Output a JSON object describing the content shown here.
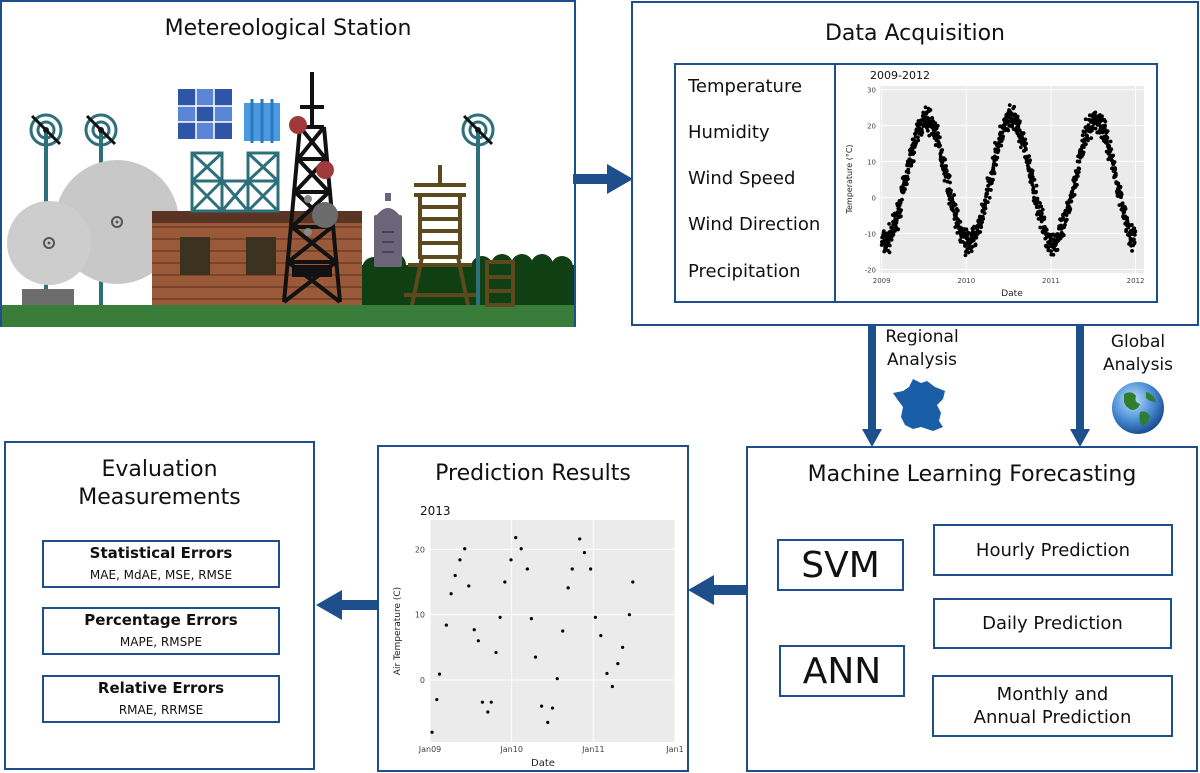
{
  "station": {
    "title": "Metereological Station"
  },
  "acquisition": {
    "title": "Data Acquisition",
    "variables": [
      "Temperature",
      "Humidity",
      "Wind Speed",
      "Wind Direction",
      "Precipitation"
    ]
  },
  "analysis": {
    "regional": [
      "Regional",
      "Analysis"
    ],
    "global": [
      "Global",
      "Analysis"
    ]
  },
  "ml": {
    "title": "Machine Learning Forecasting",
    "models": [
      "SVM",
      "ANN"
    ],
    "predictions": [
      "Hourly Prediction",
      "Daily Prediction",
      "Monthly and Annual Prediction"
    ]
  },
  "prediction": {
    "title": "Prediction Results"
  },
  "evaluation": {
    "title_line1": "Evaluation",
    "title_line2": "Measurements",
    "groups": [
      {
        "name": "Statistical Errors",
        "items": "MAE, MdAE, MSE, RMSE"
      },
      {
        "name": "Percentage Errors",
        "items": "MAPE, RMSPE"
      },
      {
        "name": "Relative Errors",
        "items": "RMAE, RRMSE"
      }
    ]
  },
  "colors": {
    "border": "#1f4e8c",
    "arrow": "#1f4e8c",
    "plot_bg": "#ebebeb",
    "france": "#1a5ea8"
  },
  "chart_data": [
    {
      "type": "scatter",
      "title": "2009-2012",
      "xlabel": "Date",
      "ylabel": "Temperature (°C)",
      "xlim": [
        2008.98,
        2012.1
      ],
      "ylim": [
        -21,
        31
      ],
      "xticks": [
        "2009",
        "2010",
        "2011",
        "2012"
      ],
      "yticks": [
        -20,
        -10,
        0,
        10,
        20,
        30
      ],
      "grid": true,
      "pattern": "seasonal cycle, daily mean temperature",
      "seasonal_model": {
        "mean": 4.5,
        "amplitude": 17,
        "min_year_fraction": 0.03,
        "noise": 3.5
      }
    },
    {
      "type": "scatter",
      "title": "2013",
      "xlabel": "Date",
      "ylabel": "Air Temperature (C)",
      "xlim": [
        0,
        36
      ],
      "ylim": [
        -9.5,
        24.5
      ],
      "xticks": [
        "Jan09",
        "Jan10",
        "Jan11",
        "Jan1"
      ],
      "xtick_positions": [
        0,
        12,
        24,
        36
      ],
      "yticks": [
        0,
        10,
        20
      ],
      "grid": true,
      "x": [
        0.3,
        1.0,
        1.4,
        2.4,
        3.1,
        3.7,
        4.4,
        5.1,
        5.7,
        6.5,
        7.1,
        7.7,
        8.5,
        9.0,
        9.7,
        10.3,
        11.0,
        11.9,
        12.6,
        13.4,
        14.3,
        14.9,
        15.5,
        16.4,
        17.3,
        18.0,
        18.7,
        19.5,
        20.3,
        20.9,
        22.0,
        22.7,
        23.6,
        24.3,
        25.1,
        26.0,
        26.8,
        27.6,
        28.3,
        29.3,
        29.8
      ],
      "y": [
        -8.0,
        -3.0,
        0.9,
        8.4,
        13.2,
        16.0,
        18.4,
        20.1,
        14.4,
        7.7,
        6.0,
        -3.4,
        -4.9,
        -3.4,
        4.2,
        9.6,
        15.0,
        18.4,
        21.8,
        20.1,
        17.0,
        9.4,
        3.5,
        -4.0,
        -6.5,
        -4.3,
        0.2,
        7.5,
        14.1,
        17.0,
        21.6,
        19.5,
        17.0,
        9.6,
        6.8,
        1.0,
        -1.0,
        2.5,
        5.0,
        10.0,
        15.0
      ]
    }
  ]
}
